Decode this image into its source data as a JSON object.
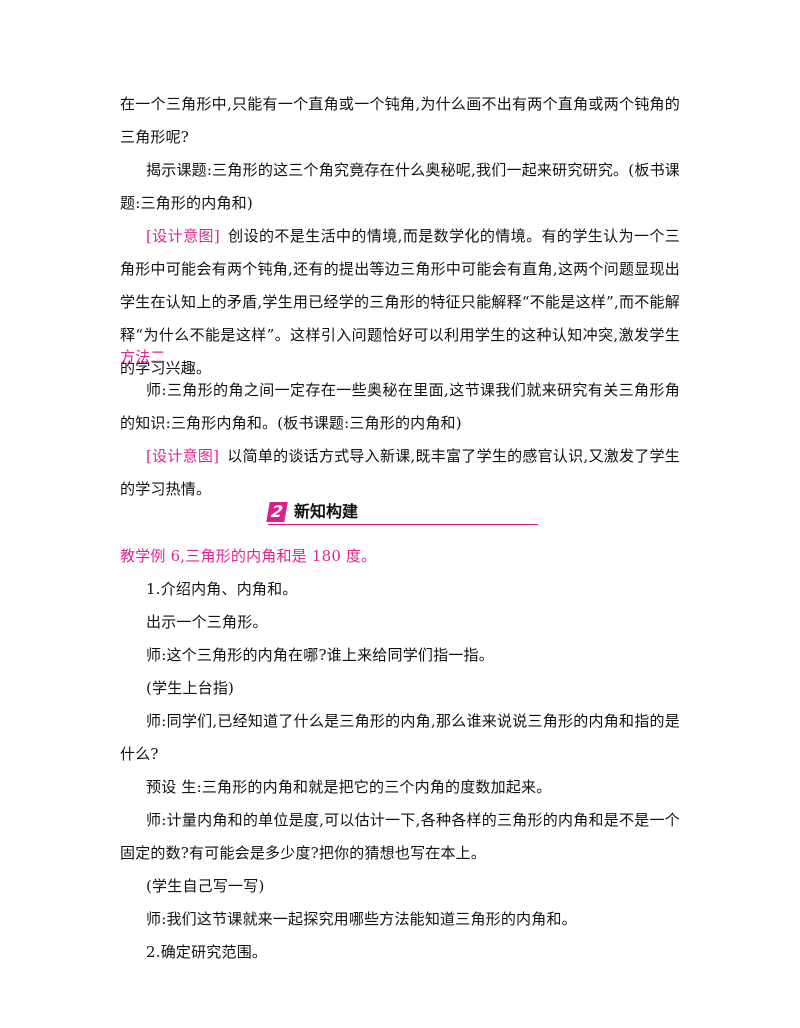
{
  "paragraphs": {
    "p1": "在一个三角形中,只能有一个直角或一个钝角,为什么画不出有两个直角或两个钝角的三角形呢?",
    "p2": "揭示课题:三角形的这三个角究竟存在什么奥秘呢,我们一起来研究研究。(板书课题:三角形的内角和)",
    "design1_tag": "[设计意图]",
    "design1_text": "创设的不是生活中的情境,而是数学化的情境。有的学生认为一个三角形中可能会有两个钝角,还有的提出等边三角形中可能会有直角,这两个问题显现出学生在认知上的矛盾,学生用已经学的三角形的特征只能解释“不能是这样”,而不能解释“为什么不能是这样”。这样引入问题恰好可以利用学生的这种认知冲突,激发学生的学习兴趣。",
    "method2": "方法二",
    "p3": "师:三角形的角之间一定存在一些奥秘在里面,这节课我们就来研究有关三角形角的知识:三角形内角和。(板书课题:三角形的内角和)",
    "design2_tag": "[设计意图]",
    "design2_text": "以简单的谈话方式导入新课,既丰富了学生的感官认识,又激发了学生的学习热情。"
  },
  "section": {
    "number": "2",
    "title": "新知构建"
  },
  "lesson": {
    "heading": "教学例 6,三角形的内角和是 180 度。",
    "l1": "1.介绍内角、内角和。",
    "l2": "出示一个三角形。",
    "l3": "师:这个三角形的内角在哪?谁上来给同学们指一指。",
    "l4": "(学生上台指)",
    "l5": "师:同学们,已经知道了什么是三角形的内角,那么谁来说说三角形的内角和指的是什么?",
    "l6": "预设  生:三角形的内角和就是把它的三个内角的度数加起来。",
    "l7": "师:计量内角和的单位是度,可以估计一下,各种各样的三角形的内角和是不是一个固定的数?有可能会是多少度?把你的猜想也写在本上。",
    "l8": "(学生自己写一写)",
    "l9": "师:我们这节课就来一起探究用哪些方法能知道三角形的内角和。",
    "l10": "2.确定研究范围。"
  },
  "colors": {
    "accent": "#e0248f",
    "text": "#111111"
  }
}
